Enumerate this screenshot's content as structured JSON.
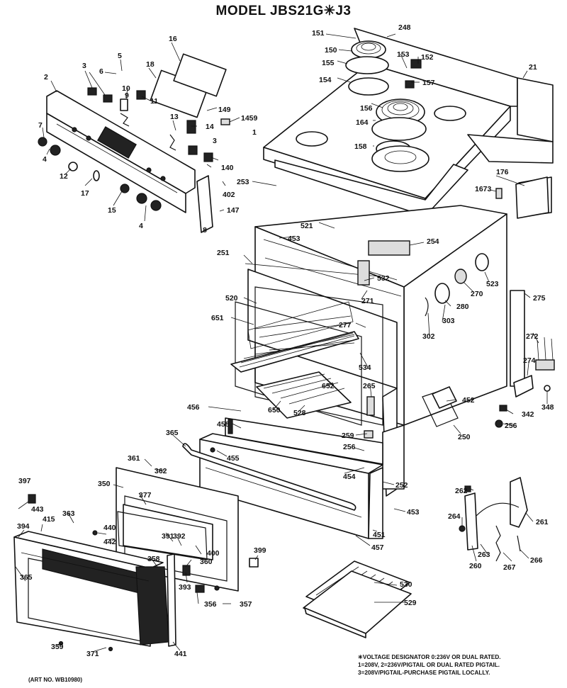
{
  "title": "MODEL JBS21G✳J3",
  "art_number": "(ART NO. WB10980)",
  "footnote": [
    "✳VOLTAGE DESIGNATOR 0:236V OR DUAL RATED.",
    "1=208V, 2=236V/PIGTAIL OR DUAL RATED PIGTAIL.",
    "3=208V/PIGTAIL-PURCHASE PIGTAIL LOCALLY."
  ],
  "callouts": {
    "c1": "1",
    "c2": "2",
    "c3a": "3",
    "c3b": "3",
    "c4a": "4",
    "c4b": "4",
    "c5": "5",
    "c6": "6",
    "c7": "7",
    "c8": "8",
    "c9": "9",
    "c10": "10",
    "c11": "11",
    "c12": "12",
    "c13": "13",
    "c14": "14",
    "c15": "15",
    "c16": "16",
    "c17": "17",
    "c18": "18",
    "c21": "21",
    "c140": "140",
    "c147": "147",
    "c149": "149",
    "c150": "150",
    "c151": "151",
    "c152": "152",
    "c153": "153",
    "c154": "154",
    "c155": "155",
    "c156": "156",
    "c157": "157",
    "c158": "158",
    "c164": "164",
    "c176": "176",
    "c248": "248",
    "c250": "250",
    "c251": "251",
    "c252": "252",
    "c253": "253",
    "c254": "254",
    "c256a": "256",
    "c256b": "256",
    "c259": "259",
    "c260": "260",
    "c261": "261",
    "c262": "262",
    "c263": "263",
    "c264": "264",
    "c265": "265",
    "c266": "266",
    "c267": "267",
    "c270": "270",
    "c271": "271",
    "c272": "272",
    "c274": "274",
    "c275": "275",
    "c277": "277",
    "c280": "280",
    "c302": "302",
    "c303": "303",
    "c342": "342",
    "c348": "348",
    "c350": "350",
    "c356": "356",
    "c357": "357",
    "c358": "358",
    "c359": "359",
    "c360": "360",
    "c361": "361",
    "c362": "362",
    "c363": "363",
    "c365a": "365",
    "c365b": "365",
    "c371": "371",
    "c377": "377",
    "c391": "391",
    "c392": "392",
    "c393": "393",
    "c394": "394",
    "c397": "397",
    "c399": "399",
    "c400": "400",
    "c402": "402",
    "c415": "415",
    "c440": "440",
    "c441": "441",
    "c442": "442",
    "c443": "443",
    "c451": "451",
    "c452": "452",
    "c453a": "453",
    "c453b": "453",
    "c454": "454",
    "c455": "455",
    "c456": "456",
    "c457": "457",
    "c458": "458",
    "c520": "520",
    "c521": "521",
    "c523": "523",
    "c528": "528",
    "c529": "529",
    "c530": "530",
    "c532": "532",
    "c534": "534",
    "c650": "650",
    "c651": "651",
    "c652": "652",
    "c1459": "1459",
    "c1673": "1673"
  }
}
